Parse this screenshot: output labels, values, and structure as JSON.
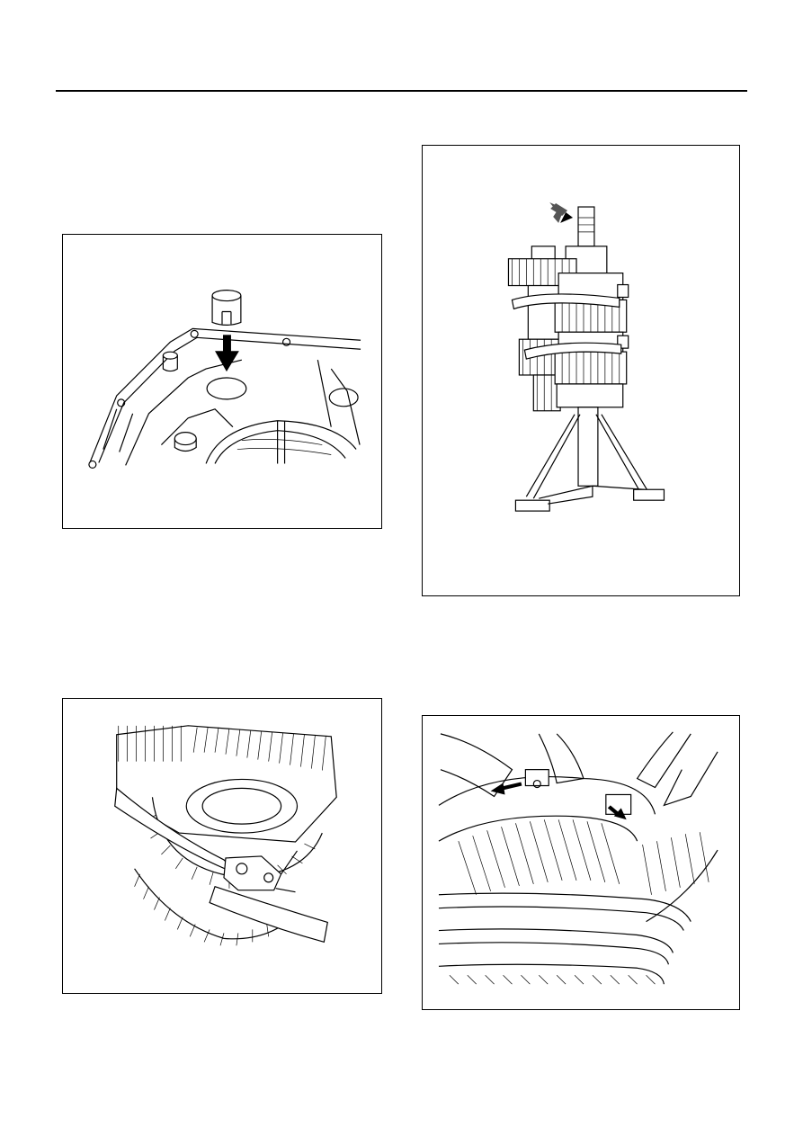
{
  "figures": [
    {
      "id": "fig1",
      "subject": "dowel-sleeve-insertion"
    },
    {
      "id": "fig2",
      "subject": "gear-shaft-assembly-on-stand"
    },
    {
      "id": "fig3",
      "subject": "snap-ring-removal-with-pliers"
    },
    {
      "id": "fig4",
      "subject": "synchronizer-ring-removal"
    }
  ]
}
